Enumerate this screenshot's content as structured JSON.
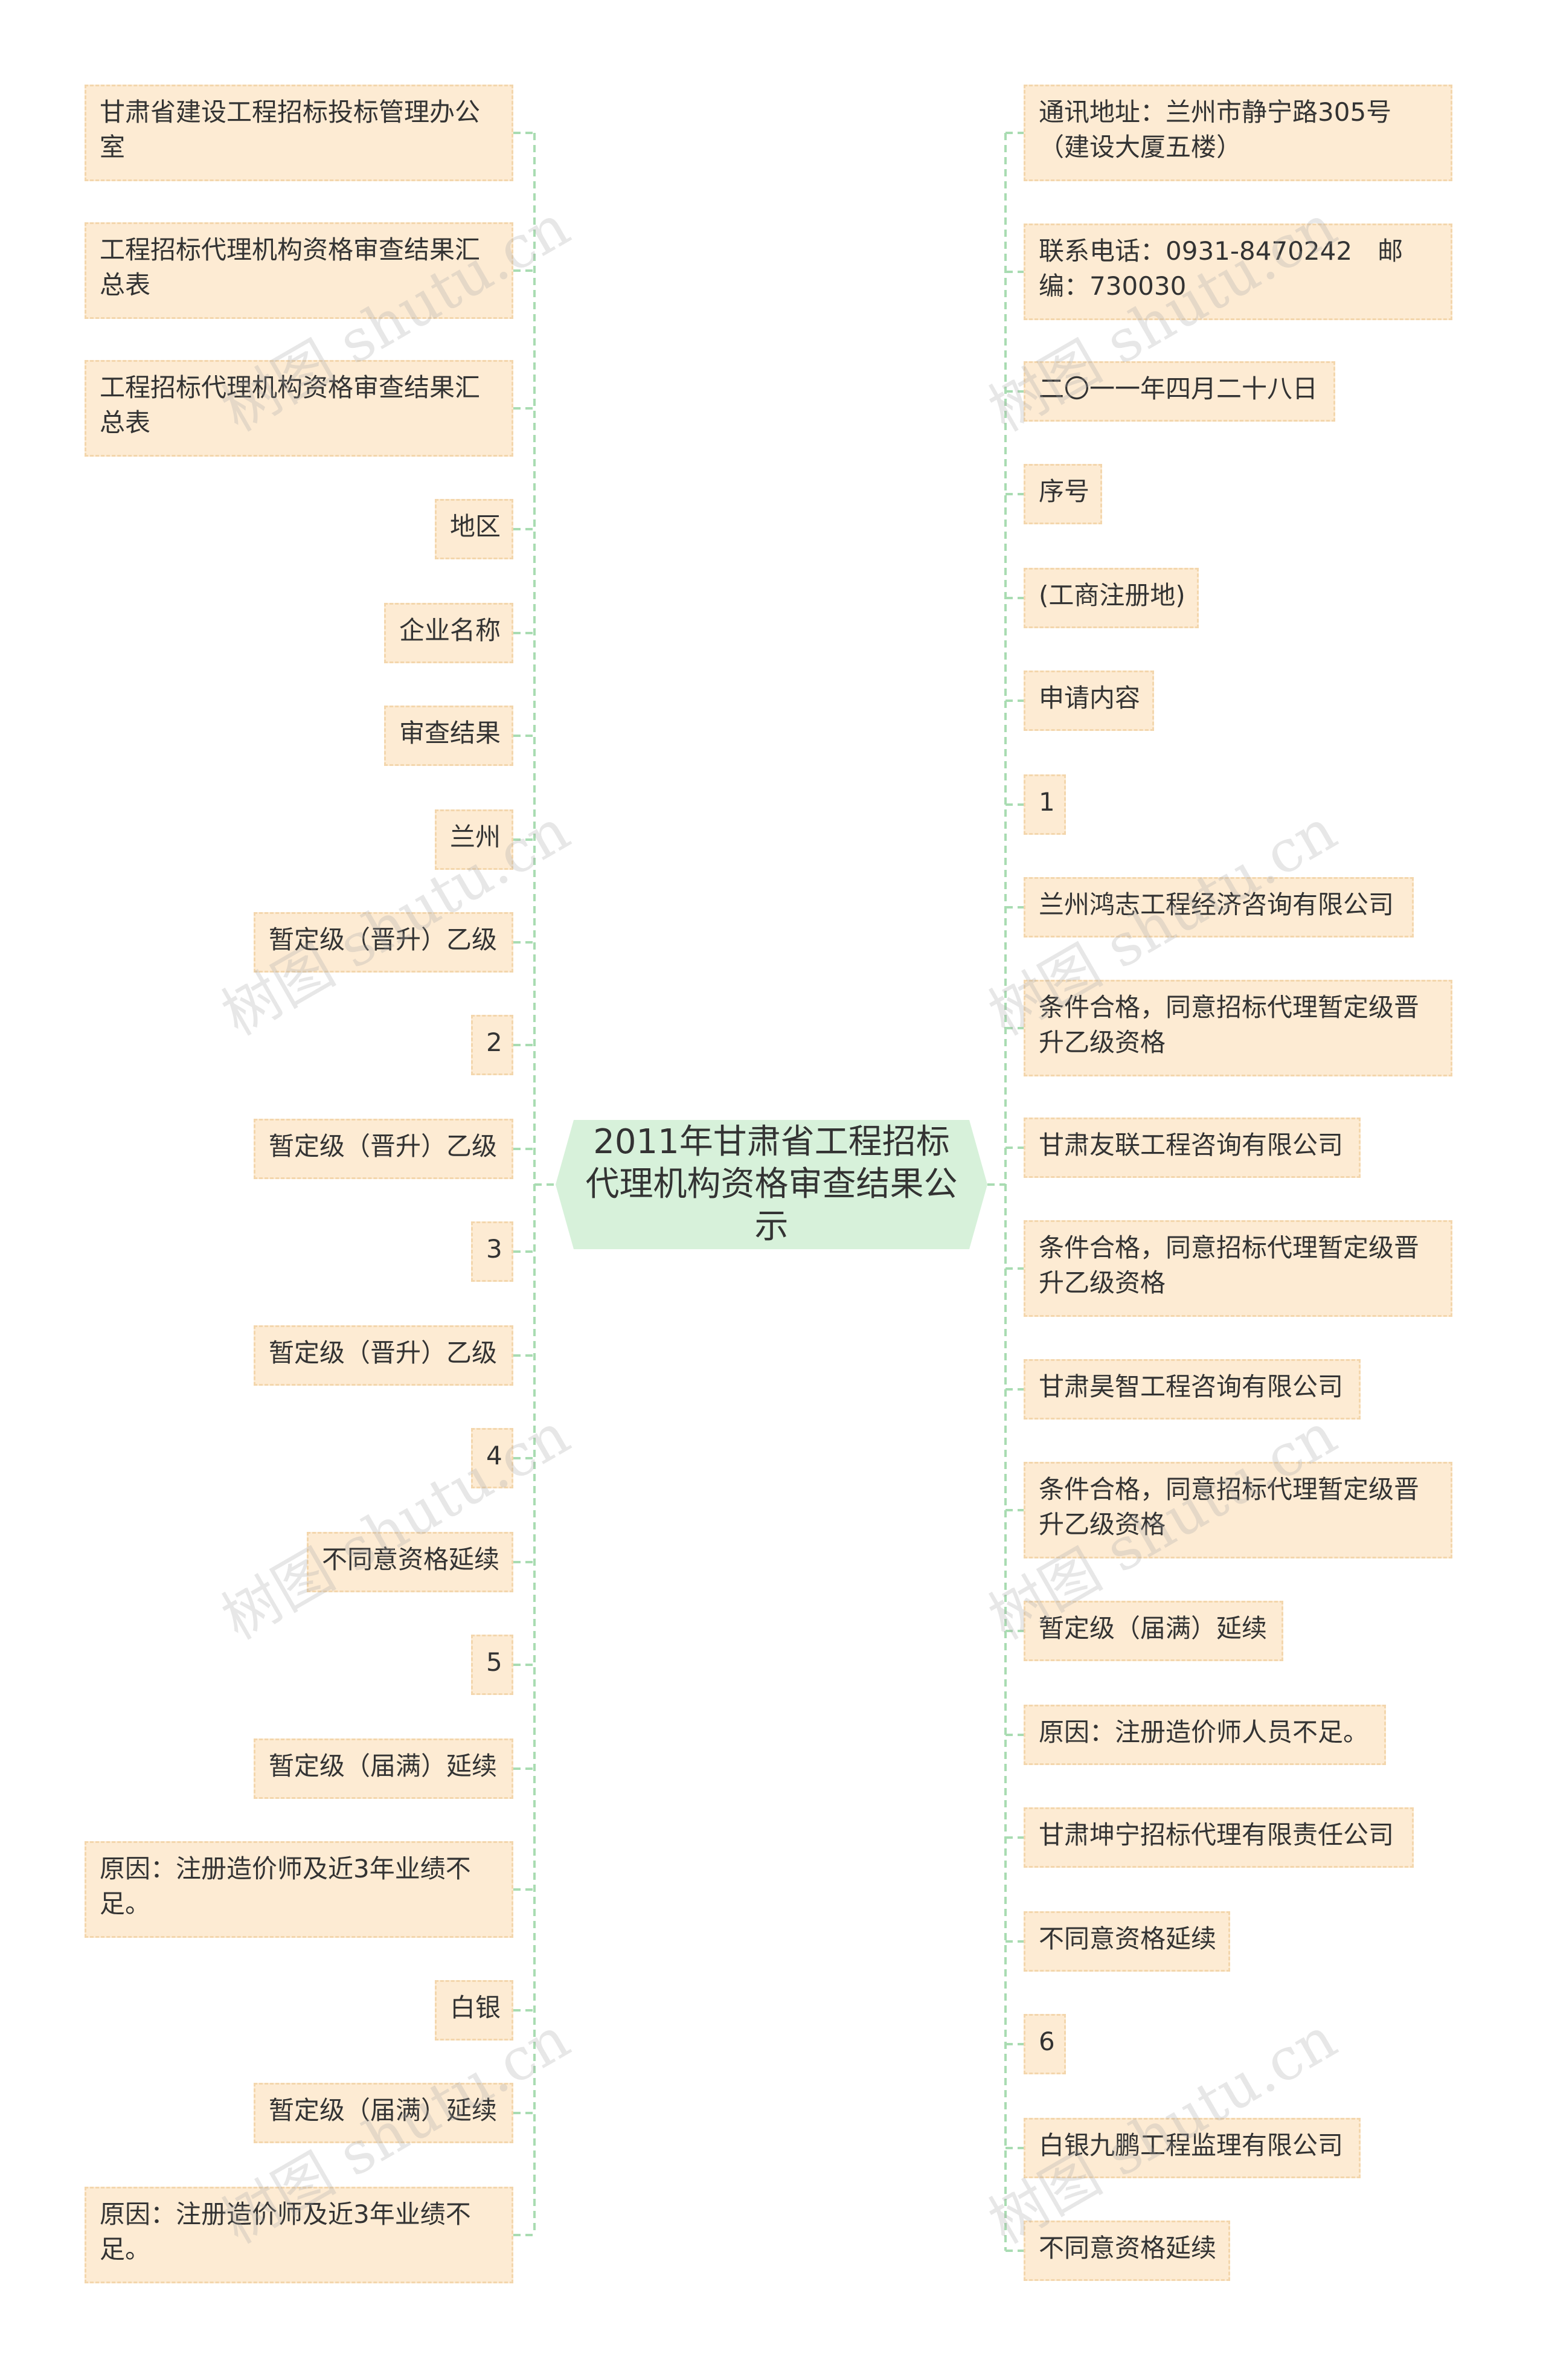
{
  "center": {
    "title": "2011年甘肃省工程招标代理机构资格审查结果公示"
  },
  "left_nodes": [
    "甘肃省建设工程招标投标管理办公室",
    "工程招标代理机构资格审查结果汇总表",
    "工程招标代理机构资格审查结果汇总表",
    "地区",
    "企业名称",
    "审查结果",
    "兰州",
    "暂定级（晋升）乙级",
    "2",
    "暂定级（晋升）乙级",
    "3",
    "暂定级（晋升）乙级",
    "4",
    "不同意资格延续",
    "5",
    "暂定级（届满）延续",
    "原因：注册造价师及近3年业绩不足。",
    "白银",
    "暂定级（届满）延续",
    "原因：注册造价师及近3年业绩不足。"
  ],
  "right_nodes": [
    "通讯地址：兰州市静宁路305号（建设大厦五楼）",
    "联系电话：0931-8470242　邮编：730030",
    "二〇一一年四月二十八日",
    "序号",
    "(工商注册地)",
    "申请内容",
    "1",
    "兰州鸿志工程经济咨询有限公司",
    "条件合格，同意招标代理暂定级晋升乙级资格",
    "甘肃友联工程咨询有限公司",
    "条件合格，同意招标代理暂定级晋升乙级资格",
    "甘肃昊智工程咨询有限公司",
    "条件合格，同意招标代理暂定级晋升乙级资格",
    "暂定级（届满）延续",
    "原因：注册造价师人员不足。",
    "甘肃坤宁招标代理有限责任公司",
    "不同意资格延续",
    "6",
    "白银九鹏工程监理有限公司",
    "不同意资格延续"
  ],
  "watermark": "树图 shutu.cn",
  "colors": {
    "node_bg": "#fdebd3",
    "node_border": "#f3d6ac",
    "center_bg": "#d7f1da",
    "connector": "#a9dcb2"
  }
}
